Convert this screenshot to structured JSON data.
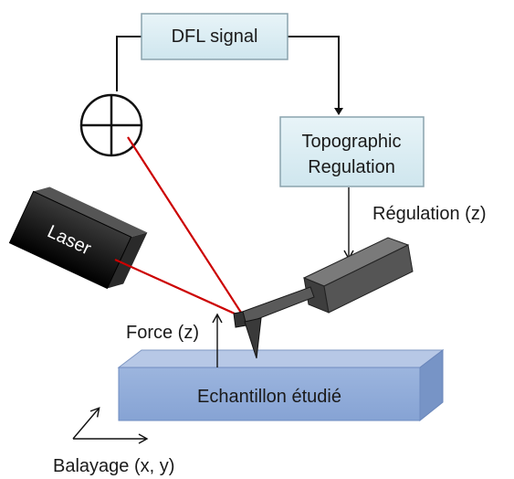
{
  "boxes": {
    "dfl_signal": "DFL signal",
    "topographic_line1": "Topographic",
    "topographic_line2": "Regulation",
    "sample": "Echantillon étudié"
  },
  "labels": {
    "laser": "Laser",
    "regulation_z": "Régulation (z)",
    "force_z": "Force (z)",
    "scan_xy": "Balayage (x, y)"
  },
  "colors": {
    "signal_box_fill": "#dbeef3",
    "sample_top": "#a8bfe0",
    "sample_front": "#8eaad8",
    "laser_beam": "#cc0000",
    "laser_body": "#111111",
    "cantilever": "#3a3a3a"
  }
}
